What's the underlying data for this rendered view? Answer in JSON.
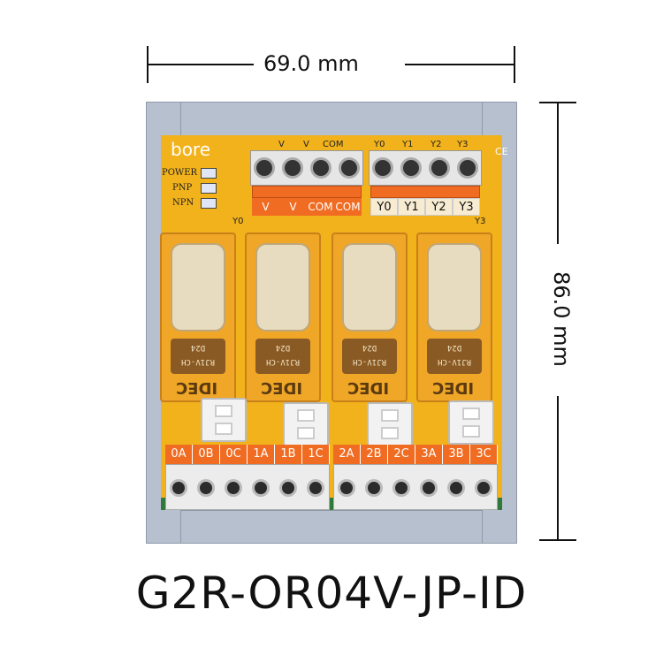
{
  "dimensions": {
    "width_label": "69.0 mm",
    "height_label": "86.0 mm"
  },
  "product": {
    "model": "G2R-OR04V-JP-ID",
    "brand": "bore",
    "ce_mark": "CE"
  },
  "indicators": [
    {
      "label": "POWER"
    },
    {
      "label": "PNP"
    },
    {
      "label": "NPN"
    }
  ],
  "top_terminals": {
    "left_group": [
      "V",
      "V",
      "COM",
      "COM"
    ],
    "right_group": [
      "Y0",
      "Y1",
      "Y2",
      "Y3"
    ],
    "silk_left": [
      "V",
      "V",
      "COM"
    ],
    "silk_right": [
      "Y0",
      "Y1",
      "Y2",
      "Y3"
    ]
  },
  "relay_row_silk": [
    "Y0",
    "Y3"
  ],
  "relays": [
    {
      "brand": "IDEC",
      "model": "RJ1V-CH",
      "coil": "D24"
    },
    {
      "brand": "IDEC",
      "model": "RJ1V-CH",
      "coil": "D24"
    },
    {
      "brand": "IDEC",
      "model": "RJ1V-CH",
      "coil": "D24"
    },
    {
      "brand": "IDEC",
      "model": "RJ1V-CH",
      "coil": "D24"
    }
  ],
  "bottom_terminals": [
    "0A",
    "0B",
    "0C",
    "1A",
    "1B",
    "1C",
    "2A",
    "2B",
    "2C",
    "3A",
    "3B",
    "3C"
  ],
  "colors": {
    "pcb": "#f2b21b",
    "terminal_orange": "#f06c22",
    "rail_gray": "#b7c0cf",
    "relay_amber": "#f0a528"
  }
}
